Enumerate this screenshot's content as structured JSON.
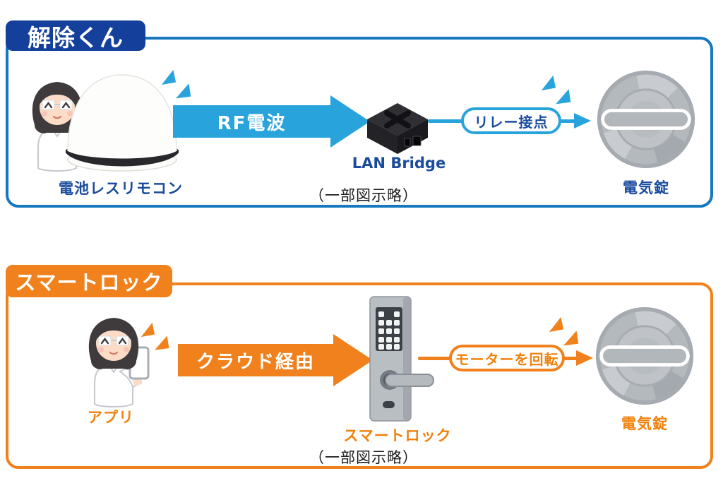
{
  "colors": {
    "blue_badge": "#14409B",
    "blue_box_border": "#1678BE",
    "blue_arrow": "#29A3DC",
    "blue_label_text": "#1A4B9E",
    "orange_accent": "#F0811C",
    "orange_label_text": "#F0820D",
    "note_text": "#1C1C1C"
  },
  "icons": [
    "woman-icon",
    "smartphone-icon",
    "battery-less-remote-icon",
    "lan-bridge-icon",
    "electric-lock-icon",
    "smart-lock-icon",
    "spark-icon",
    "arrow-right-icon"
  ],
  "sections": [
    {
      "title": "解除くん",
      "actor_label": "電池レスリモコン",
      "arrow_label": "RF電波",
      "device_label": "LAN Bridge",
      "pill_label": "リレー接点",
      "target_label": "電気錠",
      "note": "（一部図示略）"
    },
    {
      "title": "スマートロック",
      "actor_label": "アプリ",
      "arrow_label": "クラウド経由",
      "device_label": "スマートロック",
      "pill_label": "モーターを回転",
      "target_label": "電気錠",
      "note": "（一部図示略）"
    }
  ]
}
